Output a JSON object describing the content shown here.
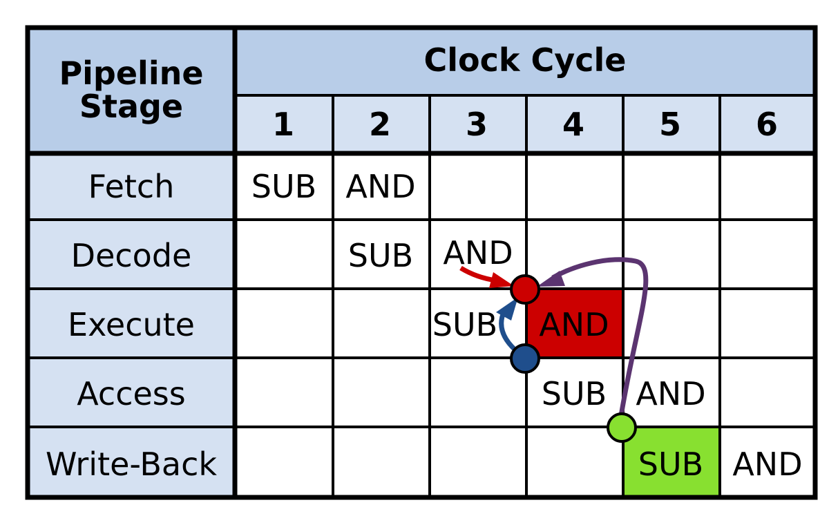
{
  "header": {
    "stage_title_line1": "Pipeline",
    "stage_title_line2": "Stage",
    "cycle_title": "Clock Cycle",
    "cycles": [
      "1",
      "2",
      "3",
      "4",
      "5",
      "6"
    ]
  },
  "stages": [
    {
      "label": "Fetch",
      "cells": [
        "SUB",
        "AND",
        "",
        "",
        "",
        ""
      ]
    },
    {
      "label": "Decode",
      "cells": [
        "",
        "SUB",
        "AND",
        "",
        "",
        ""
      ]
    },
    {
      "label": "Execute",
      "cells": [
        "",
        "",
        "SUB",
        "AND",
        "",
        ""
      ]
    },
    {
      "label": "Access",
      "cells": [
        "",
        "",
        "",
        "SUB",
        "AND",
        ""
      ]
    },
    {
      "label": "Write-Back",
      "cells": [
        "",
        "",
        "",
        "",
        "SUB",
        "AND"
      ]
    }
  ],
  "highlights": [
    {
      "stage": "Execute",
      "cycle": "4",
      "color": "#cc0000"
    },
    {
      "stage": "Write-Back",
      "cycle": "5",
      "color": "#88e030"
    }
  ],
  "forwarding": [
    {
      "from": "Execute/Access boundary",
      "to": "Decode/Execute boundary",
      "color": "#1f4e8c",
      "node_color": "#1f4e8c"
    },
    {
      "from": "Access/Write-Back boundary",
      "to": "Decode/Execute boundary",
      "color": "#5b3470",
      "node_color": "#88e030"
    },
    {
      "from": "AND in Decode",
      "to": "Decode/Execute boundary",
      "color": "#cc0000",
      "node_color": "#cc0000"
    }
  ],
  "colors": {
    "header_dark": "#b8cde8",
    "header_light": "#d5e1f2",
    "grid": "#000000"
  }
}
